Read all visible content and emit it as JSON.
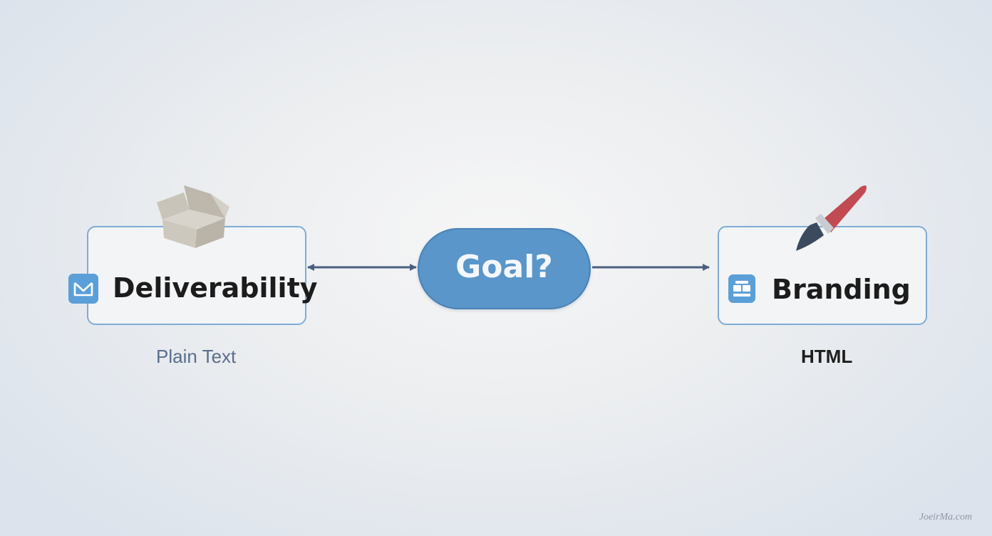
{
  "diagram": {
    "left_node": {
      "label": "Deliverability",
      "caption": "Plain Text",
      "icon": "envelope-icon",
      "illustration": "open-box-icon"
    },
    "center_node": {
      "label": "Goal?"
    },
    "right_node": {
      "label": "Branding",
      "caption": "HTML",
      "icon": "template-icon",
      "illustration": "paintbrush-icon"
    },
    "connectors": [
      {
        "from": "left_node",
        "to": "center_node",
        "style": "double-arrow"
      },
      {
        "from": "center_node",
        "to": "right_node",
        "style": "arrow"
      }
    ],
    "colors": {
      "node_border": "#7eacd6",
      "goal_fill": "#5a96c9",
      "connector": "#4a5f7f",
      "badge": "#5b9fd8"
    }
  },
  "watermark": "JoeirMa.com"
}
